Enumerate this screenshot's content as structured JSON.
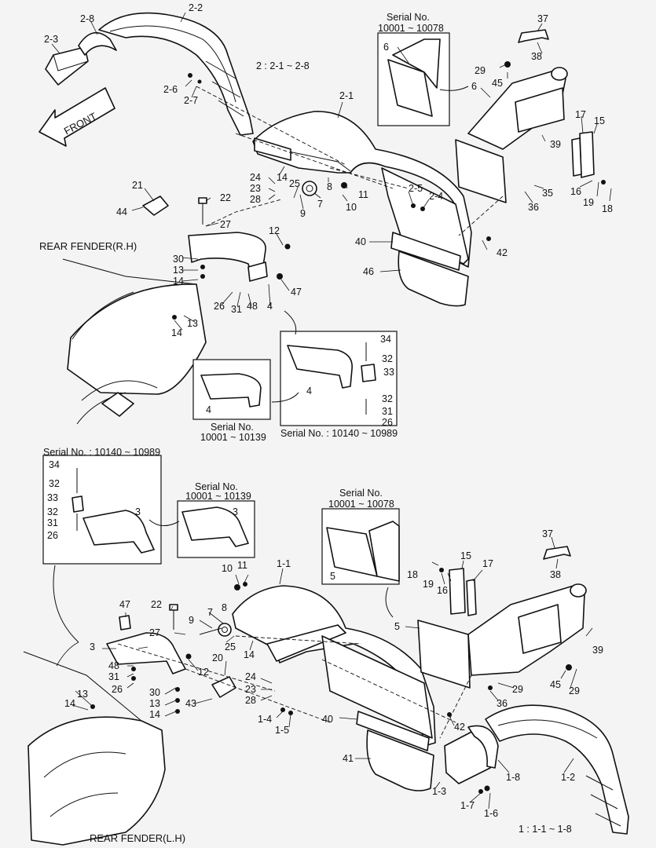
{
  "diagram": {
    "top_title": "REAR FENDER(R.H)",
    "bottom_title": "REAR FENDER(L.H)",
    "front_arrow": "FRONT",
    "note_top": "2 : 2-1 ~ 2-8",
    "note_bottom": "1 : 1-1 ~ 1-8",
    "serial_top_right": [
      "Serial No.",
      "10001 ~ 10078"
    ],
    "serial_mid_small": [
      "Serial No.",
      "10001 ~ 10139"
    ],
    "serial_mid_big": "Serial No. : 10140 ~ 10989",
    "serial_low_left": "Serial No. : 10140 ~ 10989",
    "serial_low_mid": [
      "Serial No.",
      "10001 ~ 10139"
    ],
    "serial_low_right": [
      "Serial No.",
      "10001 ~ 10078"
    ]
  },
  "labels_top": {
    "l2_8": "2-8",
    "l2_2": "2-2",
    "l2_3": "2-3",
    "l2_6": "2-6",
    "l2_7": "2-7",
    "l2_1": "2-1",
    "l2_5": "2-5",
    "l2_4": "2-4",
    "l6a": "6",
    "l6b": "6",
    "l37": "37",
    "l38": "38",
    "l29": "29",
    "l45": "45",
    "l39": "39",
    "l17": "17",
    "l15": "15",
    "l16": "16",
    "l19": "19",
    "l18": "18",
    "l35": "35",
    "l36": "36",
    "l21": "21",
    "l44": "44",
    "l22": "22",
    "l27": "27",
    "l24": "24",
    "l23": "23",
    "l28": "28",
    "l14a": "14",
    "l25": "25",
    "l9": "9",
    "l7": "7",
    "l8": "8",
    "l11": "11",
    "l10": "10",
    "l12": "12",
    "l30": "30",
    "l13a": "13",
    "l14b": "14",
    "l26": "26",
    "l31": "31",
    "l48": "48",
    "l4": "4",
    "l47": "47",
    "l13b": "13",
    "l14c": "14",
    "l40": "40",
    "l42": "42",
    "l46": "46",
    "l34": "34",
    "l32a": "32",
    "l33": "33",
    "l4b": "4",
    "l32b": "32",
    "l31b": "31",
    "l26b": "26",
    "l4c": "4"
  },
  "labels_bottom": {
    "l34": "34",
    "l32a": "32",
    "l33": "33",
    "l32b": "32",
    "l31": "31",
    "l26": "26",
    "l3a": "3",
    "l3b": "3",
    "l5a": "5",
    "l10": "10",
    "l11": "11",
    "l1_1": "1-1",
    "l18": "18",
    "l19": "19",
    "l16": "16",
    "l15": "15",
    "l17": "17",
    "l37": "37",
    "l38": "38",
    "l47": "47",
    "l22": "22",
    "l7": "7",
    "l8": "8",
    "l9": "9",
    "l27": "27",
    "l25": "25",
    "l14a": "14",
    "l3c": "3",
    "l5b": "5",
    "l39": "39",
    "l48": "48",
    "l12": "12",
    "l20": "20",
    "l31b": "31",
    "l26b": "26",
    "l24": "24",
    "l23": "23",
    "l28": "28",
    "l45": "45",
    "l29a": "29",
    "l29b": "29",
    "l36": "36",
    "l13a": "13",
    "l30": "30",
    "l14b": "14",
    "l13b": "13",
    "l14c": "14",
    "l43": "43",
    "l1_4": "1-4",
    "l1_5": "1-5",
    "l40": "40",
    "l42": "42",
    "l41": "41",
    "l1_3": "1-3",
    "l1_8": "1-8",
    "l1_2": "1-2",
    "l1_7": "1-7",
    "l1_6": "1-6"
  }
}
